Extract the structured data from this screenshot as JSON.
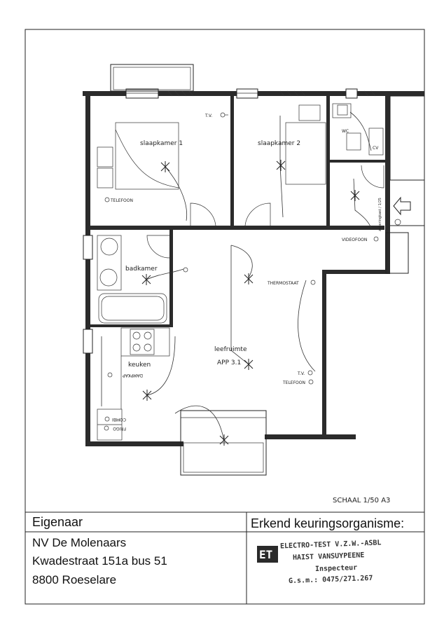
{
  "plan": {
    "rooms": {
      "slaapkamer1": "slaapkamer 1",
      "slaapkamer2": "slaapkamer 2",
      "badkamer": "badkamer",
      "keuken": "keuken",
      "leefruimte": "leefruimte",
      "app": "APP 3.1",
      "wc": "WC",
      "cv": "CV"
    },
    "labels": {
      "tv_bedroom": "T.V.",
      "telefoon_bedroom": "TELEFOON",
      "videofoon": "VIDEOFOON",
      "thermostaat": "THERMOSTAAT",
      "tv_living": "T.V.",
      "telefoon_living": "TELEFOON",
      "dampkap": "DAMPKAP",
      "frigo": "FRIGO",
      "combi": "COMBI",
      "zekeringen": "zekeringkast / 1/25",
      "scale": "SCHAAL 1/50   A3"
    }
  },
  "footer": {
    "owner_title": "Eigenaar",
    "inspector_title": "Erkend keuringsorganisme:",
    "owner_lines": [
      "NV De Molenaars",
      "Kwadestraat 151a bus 51",
      "8800 Roeselare"
    ],
    "stamp_lines": [
      "ELECTRO-TEST V.Z.W.-ASBL",
      "HAIST VANSUYPEENE",
      "Inspecteur",
      "G.s.m.: 0475/271.267"
    ],
    "stamp_logo": "ET"
  }
}
